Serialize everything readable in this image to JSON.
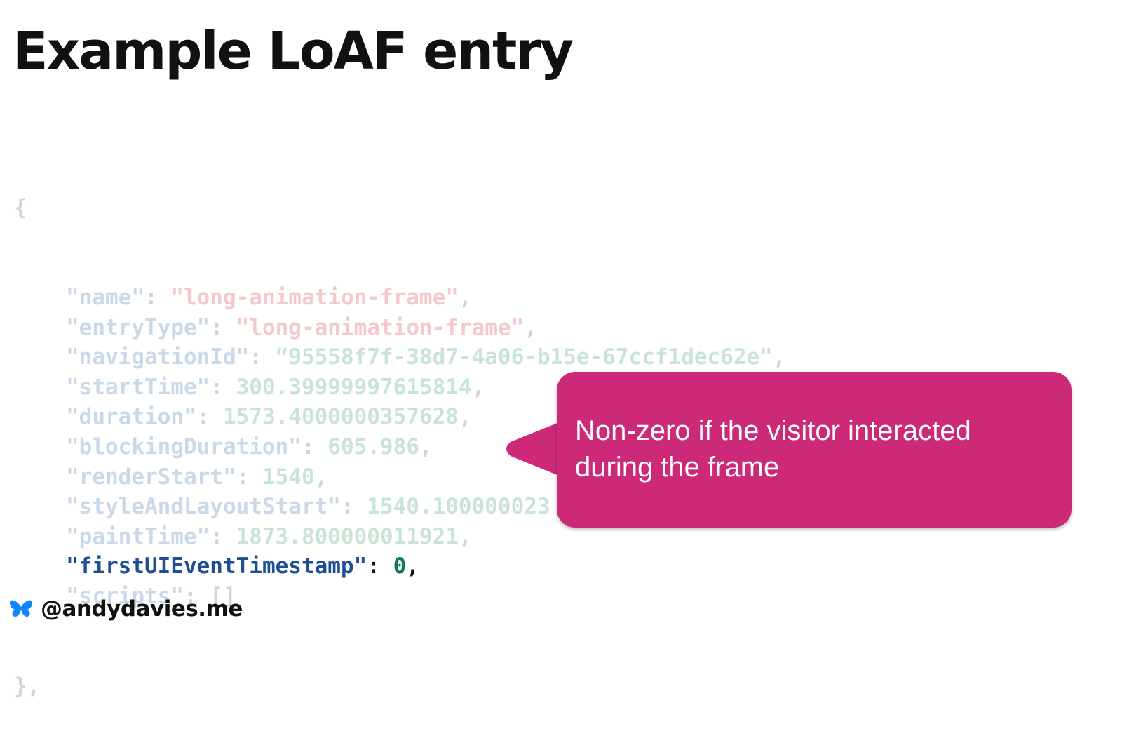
{
  "slide": {
    "title": "Example LoAF entry"
  },
  "code": {
    "open_brace": "{",
    "close_brace": "},",
    "entries": [
      {
        "key": "\"name\"",
        "value": "\"long-animation-frame\"",
        "value_type": "string",
        "trail": ",",
        "highlighted": false
      },
      {
        "key": "\"entryType\"",
        "value": "\"long-animation-frame\"",
        "value_type": "string",
        "trail": ",",
        "highlighted": false
      },
      {
        "key": "\"navigationId\"",
        "value": "“95558f7f-38d7-4a06-b15e-67ccf1dec62e\"",
        "value_type": "id",
        "trail": ",",
        "highlighted": false
      },
      {
        "key": "\"startTime\"",
        "value": "300.39999997615814",
        "value_type": "number",
        "trail": ",",
        "highlighted": false
      },
      {
        "key": "\"duration\"",
        "value": "1573.4000000357628",
        "value_type": "number",
        "trail": ",",
        "highlighted": false
      },
      {
        "key": "\"blockingDuration\"",
        "value": "605.986",
        "value_type": "number",
        "trail": ",",
        "highlighted": false
      },
      {
        "key": "\"renderStart\"",
        "value": "1540",
        "value_type": "number",
        "trail": ",",
        "highlighted": false
      },
      {
        "key": "\"styleAndLayoutStart\"",
        "value": "1540.100000023",
        "value_type": "number",
        "trail": "",
        "highlighted": false
      },
      {
        "key": "\"paintTime\"",
        "value": "1873.800000011921",
        "value_type": "number",
        "trail": ",",
        "highlighted": false
      },
      {
        "key": "\"firstUIEventTimestamp\"",
        "value": "0",
        "value_type": "number",
        "trail": ",",
        "highlighted": true
      },
      {
        "key": "\"scripts\"",
        "value": "[]",
        "value_type": "array",
        "trail": "",
        "highlighted": false
      }
    ]
  },
  "callout": {
    "text": "Non-zero if the visitor interacted during the frame",
    "color": "#cc2a78"
  },
  "footer": {
    "icon": "butterfly-icon",
    "handle": "@andydavies.me",
    "icon_color": "#1185fe"
  }
}
